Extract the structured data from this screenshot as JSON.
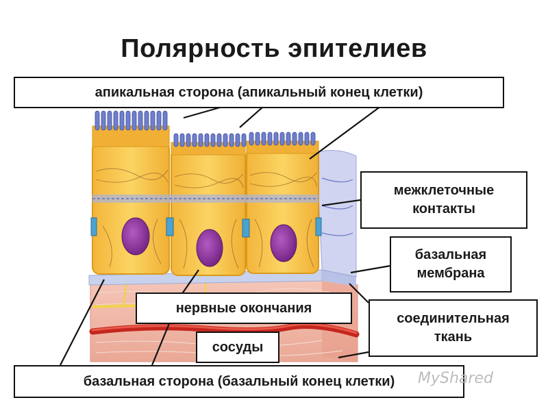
{
  "title": "Полярность эпителиев",
  "labels": {
    "apical": "апикальная сторона (апикальный конец клетки)",
    "contacts": "межклеточные контакты",
    "basal_membrane": "базальная мембрана",
    "nerve_endings": "нервные окончания",
    "connective_tissue": "соединительная ткань",
    "vessels": "сосуды",
    "basal": "базальная сторона (базальный конец клетки)"
  },
  "watermark": "MyShared",
  "colors": {
    "cell_fill": "#f6c54a",
    "cell_stroke": "#d99a1c",
    "nucleus": "#8e2f9c",
    "microvilli": "#6f7fc9",
    "basement_membrane": "#c9d2ec",
    "connective_tissue": "#f1b8a8",
    "vessel": "#c4261d",
    "nerve": "#f2d24a"
  }
}
